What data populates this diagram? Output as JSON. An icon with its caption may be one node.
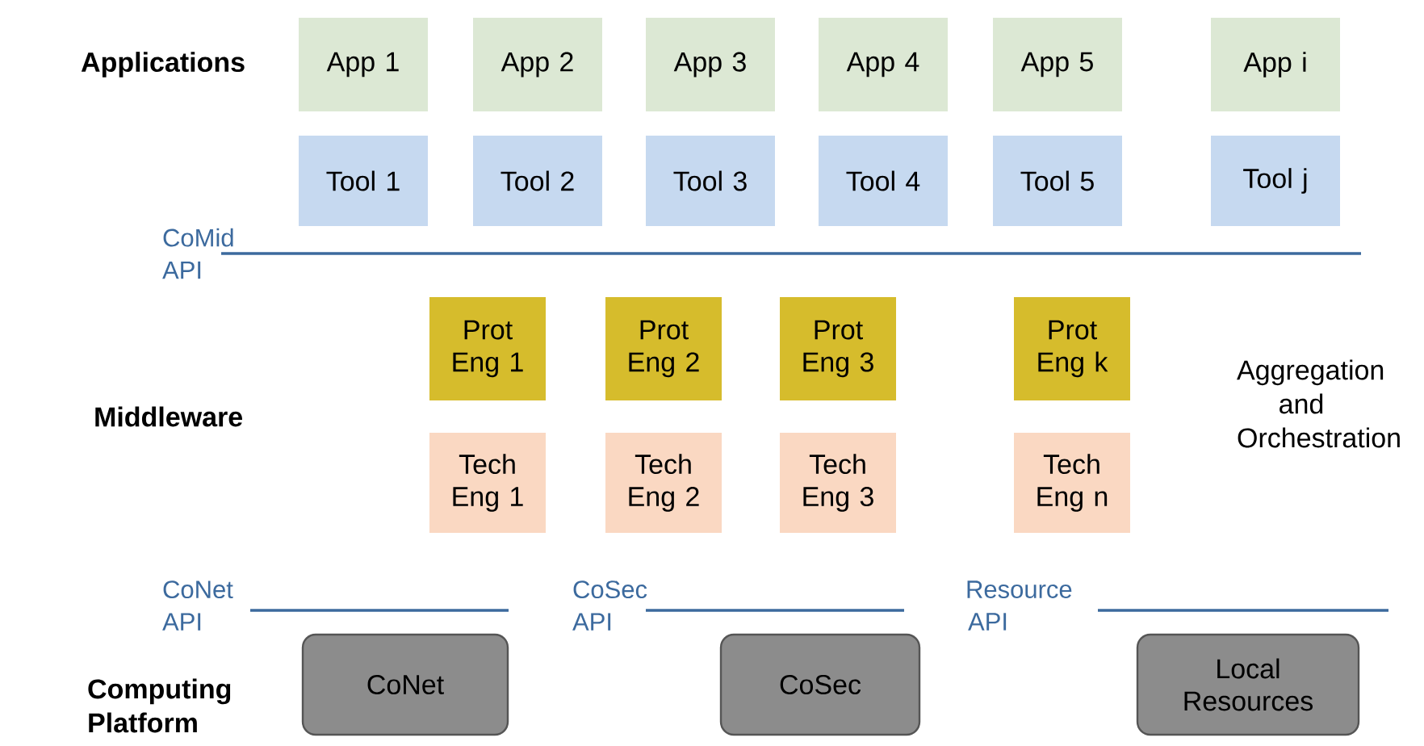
{
  "diagram": {
    "nodes": [
      {
        "text": [
          "App 1"
        ]
      },
      {
        "text": [
          "App 2"
        ]
      },
      {
        "text": [
          "App 3"
        ]
      },
      {
        "text": [
          "App 4"
        ]
      },
      {
        "text": [
          "App 5"
        ]
      },
      {
        "text": [
          "App i"
        ]
      },
      {
        "text": [
          "Tool 1"
        ]
      },
      {
        "text": [
          "Tool 2"
        ]
      },
      {
        "text": [
          "Tool 3"
        ]
      },
      {
        "text": [
          "Tool 4"
        ]
      },
      {
        "text": [
          "Tool 5"
        ]
      },
      {
        "text": [
          "Tool j"
        ]
      },
      {
        "text": [
          "Prot Eng 1"
        ]
      },
      {
        "text": [
          "Prot Eng 2"
        ]
      },
      {
        "text": [
          "Prot Eng 3"
        ]
      },
      {
        "text": [
          "Prot Eng k"
        ]
      },
      {
        "text": [
          "Tech Eng 1"
        ]
      },
      {
        "text": [
          "Tech Eng 2"
        ]
      },
      {
        "text": [
          "Tech Eng 3"
        ]
      },
      {
        "text": [
          "Tech Eng n"
        ]
      },
      {
        "text": [
          "CoNet"
        ]
      },
      {
        "text": [
          "CoSec"
        ]
      },
      {
        "text": [
          "Local Resources"
        ]
      }
    ],
    "labels": [
      "Applications",
      "CoMid API",
      "Middleware",
      "Aggregation and Orchestration",
      "CoNet API",
      "CoSec API",
      "Resource API",
      "Computing Platform"
    ]
  }
}
